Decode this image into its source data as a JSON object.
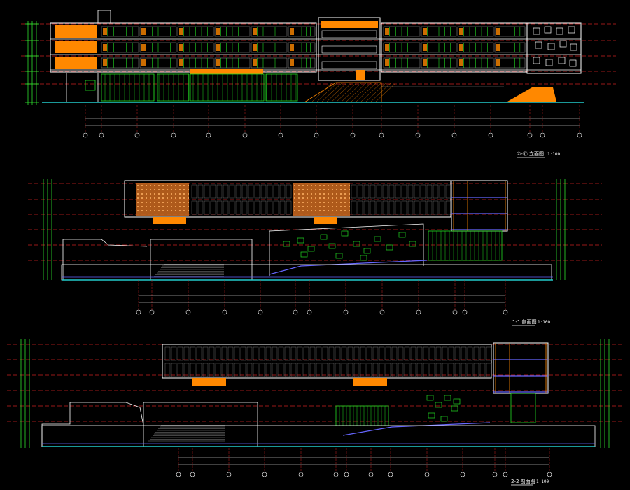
{
  "drawing": {
    "background": "#000000",
    "colors": {
      "grid_red": "#cc2222",
      "frame_white": "#ffffff",
      "window_green": "#22dd22",
      "accent_orange": "#ff8800",
      "ground_cyan": "#22cccc",
      "mesh_gray": "#888888",
      "dim_green": "#33ff33",
      "ramp_blue": "#6666ff"
    }
  },
  "views": [
    {
      "id": "front-elevation",
      "title": "①-⑪ 立面图",
      "scale": "1:100"
    },
    {
      "id": "section-1",
      "title": "1-1 剖面图",
      "scale": "1:100"
    },
    {
      "id": "section-2",
      "title": "2-2 剖面图",
      "scale": "1:100"
    }
  ]
}
